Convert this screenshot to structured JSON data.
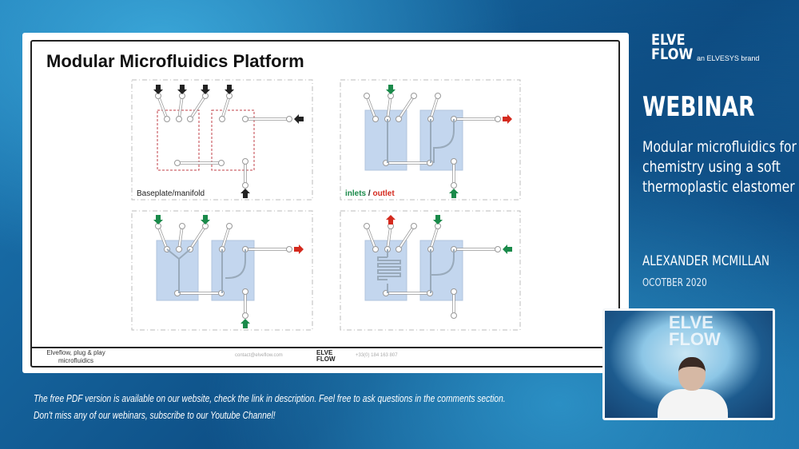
{
  "slide": {
    "title": "Modular Microfluidics Platform",
    "panel_labels": {
      "baseplate": "Baseplate/manifold",
      "inlets": "inlets",
      "separator": "/",
      "outlet": "outlet"
    },
    "footer": {
      "left": "Elveflow, plug & play microfluidics",
      "email": "contact@elveflow.com",
      "logo": "ELVE FLOW",
      "phone": "+33(0) 184 163 807"
    }
  },
  "sidebar": {
    "logo_line1": "ELVE",
    "logo_line2": "FLOW",
    "brand": "an ELVESYS brand",
    "heading": "WEBINAR",
    "subtitle": "Modular microfluidics for chemistry using a soft thermoplastic elastomer",
    "author": "ALEXANDER MCMILLAN",
    "date": "OCOTBER 2020"
  },
  "caption": {
    "line1": "The free PDF version is available on our website, check the link in description. Feel free to ask questions in the comments section.",
    "line2": "Don't miss any of our webinars, subscribe to our Youtube Channel!"
  },
  "webcam": {
    "backdrop_logo": "ELVE FLOW"
  },
  "colors": {
    "inlet": "#1a8a4a",
    "outlet": "#d42a1e",
    "chip": "#c3d6ee",
    "manifold_outline": "#c0404a"
  }
}
